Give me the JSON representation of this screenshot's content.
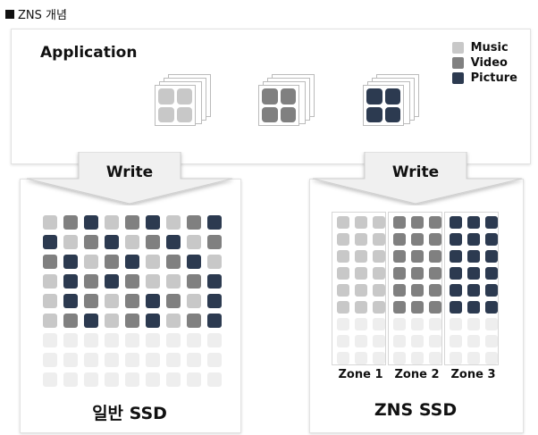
{
  "header": {
    "title": "ZNS 개념"
  },
  "application": {
    "label": "Application"
  },
  "legend": [
    {
      "label": "Music",
      "color": "#c8c8c8"
    },
    {
      "label": "Video",
      "color": "#808080"
    },
    {
      "label": "Picture",
      "color": "#2c3a50"
    }
  ],
  "colors": {
    "L": "#c8c8c8",
    "M": "#808080",
    "D": "#2c3a50",
    "E": "#eeeeee"
  },
  "write_arrows": [
    {
      "label": "Write"
    },
    {
      "label": "Write"
    }
  ],
  "conventional_ssd": {
    "label": "일반 SSD",
    "grid": [
      "LMDLMDLMD",
      "DLMDLMDLM",
      "MDLMDLMDL",
      "LDMDMLLMD",
      "LDMLMDMLD",
      "LMDLMDLMD",
      "EEEEEEEEE",
      "EEEEEEEEE",
      "EEEEEEEEE"
    ]
  },
  "zns_ssd": {
    "label": "ZNS SSD",
    "zones": [
      {
        "label": "Zone 1",
        "fill": "L",
        "filled_rows": 6,
        "total_rows": 9
      },
      {
        "label": "Zone 2",
        "fill": "M",
        "filled_rows": 6,
        "total_rows": 9
      },
      {
        "label": "Zone 3",
        "fill": "D",
        "filled_rows": 6,
        "total_rows": 9
      }
    ]
  }
}
